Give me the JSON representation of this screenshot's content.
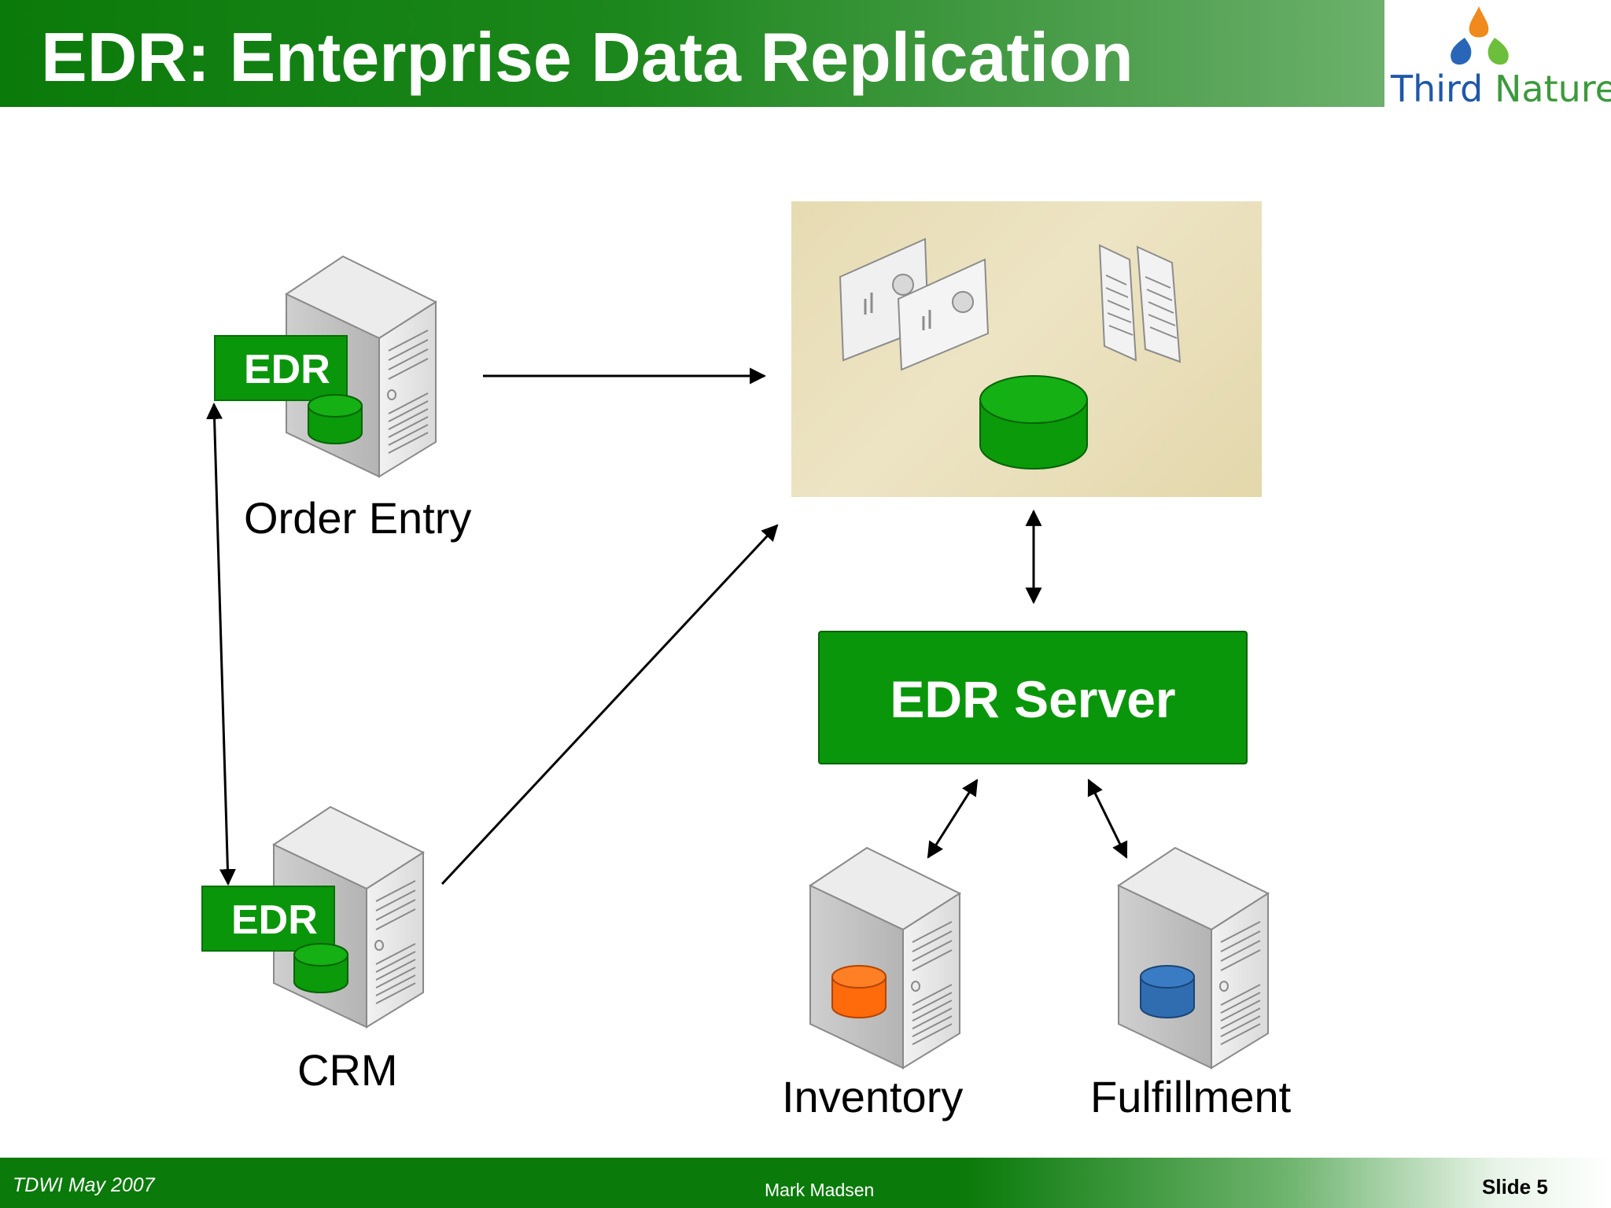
{
  "header": {
    "title": "EDR: Enterprise Data Replication"
  },
  "logo": {
    "text_part1": "Third",
    "text_part2": "Nature"
  },
  "nodes": {
    "order_entry": {
      "label": "Order Entry",
      "badge": "EDR"
    },
    "crm": {
      "label": "CRM",
      "badge": "EDR"
    },
    "edr_server": {
      "label": "EDR Server"
    },
    "inventory": {
      "label": "Inventory"
    },
    "fulfillment": {
      "label": "Fulfillment"
    }
  },
  "footer": {
    "left": "TDWI May 2007",
    "center": "Mark Madsen",
    "right": "Slide 5"
  },
  "colors": {
    "brand_green": "#0a960a",
    "inventory_db": "#ff6a0a",
    "fulfillment_db": "#2f6db0",
    "warehouse_bg": "#e8deb9"
  }
}
